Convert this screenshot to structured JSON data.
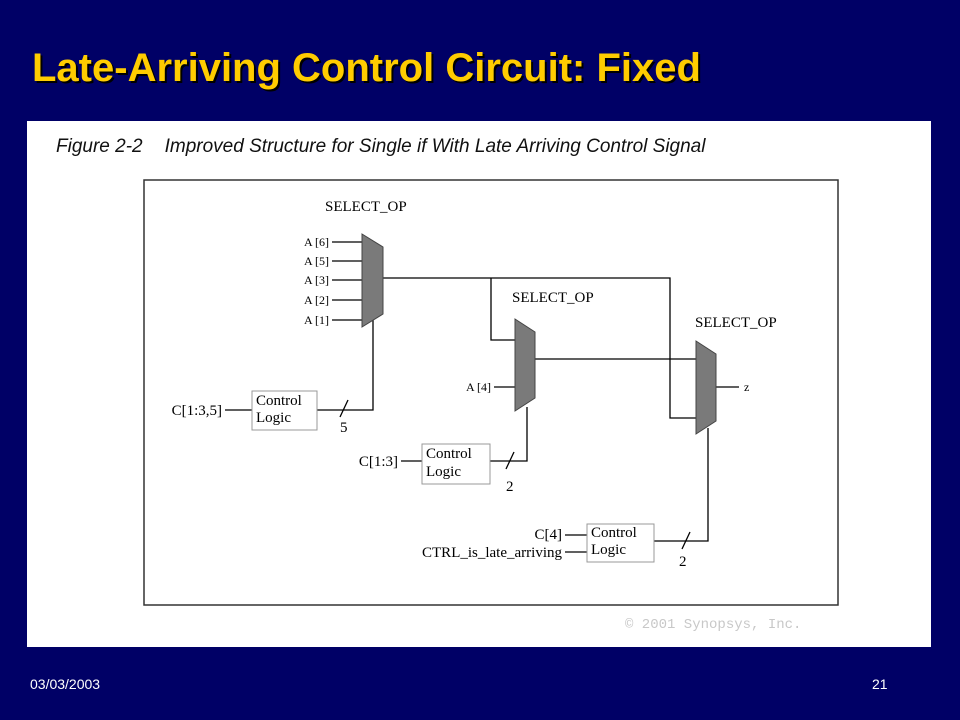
{
  "slide": {
    "title": "Late-Arriving Control Circuit: Fixed",
    "date": "03/03/2003",
    "page": "21"
  },
  "figure": {
    "number": "Figure 2-2",
    "caption": "Improved Structure for Single if With Late Arriving Control Signal",
    "copyright": "© 2001 Synopsys, Inc.",
    "mux1": {
      "label": "SELECT_OP",
      "inputs": [
        "A [6]",
        "A [5]",
        "A [3]",
        "A [2]",
        "A [1]"
      ]
    },
    "mux2": {
      "label": "SELECT_OP",
      "input": "A [4]"
    },
    "mux3": {
      "label": "SELECT_OP",
      "output": "z"
    },
    "logic1": {
      "label_line1": "Control",
      "label_line2": "Logic",
      "input": "C[1:3,5]",
      "bus_width": "5"
    },
    "logic2": {
      "label_line1": "Control",
      "label_line2": "Logic",
      "input": "C[1:3]",
      "bus_width": "2"
    },
    "logic3": {
      "label_line1": "Control",
      "label_line2": "Logic",
      "input1": "C[4]",
      "input2": "CTRL_is_late_arriving",
      "bus_width": "2"
    }
  }
}
